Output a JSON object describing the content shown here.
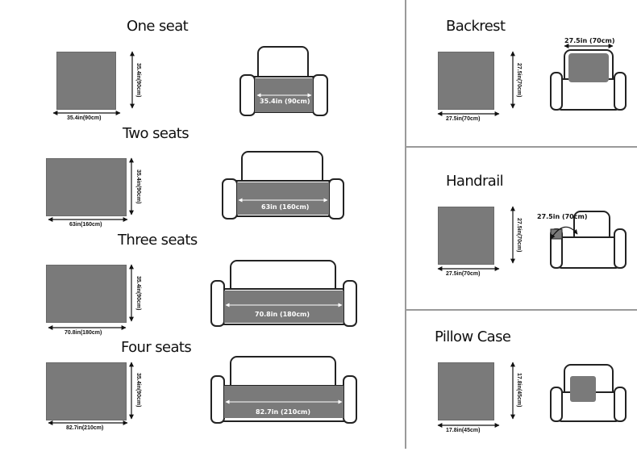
{
  "left": {
    "one": {
      "title": "One seat",
      "width": "35.4in(90cm)",
      "height": "35.4in(90cm)",
      "sofa": "35.4in (90cm)"
    },
    "two": {
      "title": "Two seats",
      "width": "63in(160cm)",
      "height": "35.4in(90cm)",
      "sofa": "63in (160cm)"
    },
    "three": {
      "title": "Three seats",
      "width": "70.8in(180cm)",
      "height": "35.4in(90cm)",
      "sofa": "70.8in (180cm)"
    },
    "four": {
      "title": "Four seats",
      "width": "82.7in(210cm)",
      "height": "35.4in(90cm)",
      "sofa": "82.7in (210cm)"
    }
  },
  "right": {
    "backrest": {
      "title": "Backrest",
      "width": "27.5in(70cm)",
      "height": "27.5in(70cm)",
      "sofa": "27.5in (70cm)"
    },
    "handrail": {
      "title": "Handrail",
      "width": "27.5in(70cm)",
      "height": "27.5in(70cm)",
      "sofa": "27.5in (70cm)"
    },
    "pillow": {
      "title": "Pillow Case",
      "width": "17.8in(45cm)",
      "height": "17.8in(45cm)"
    }
  },
  "colors": {
    "fabric": "#7a7a7a",
    "outline": "#222222",
    "divider": "#9a9a9a"
  }
}
